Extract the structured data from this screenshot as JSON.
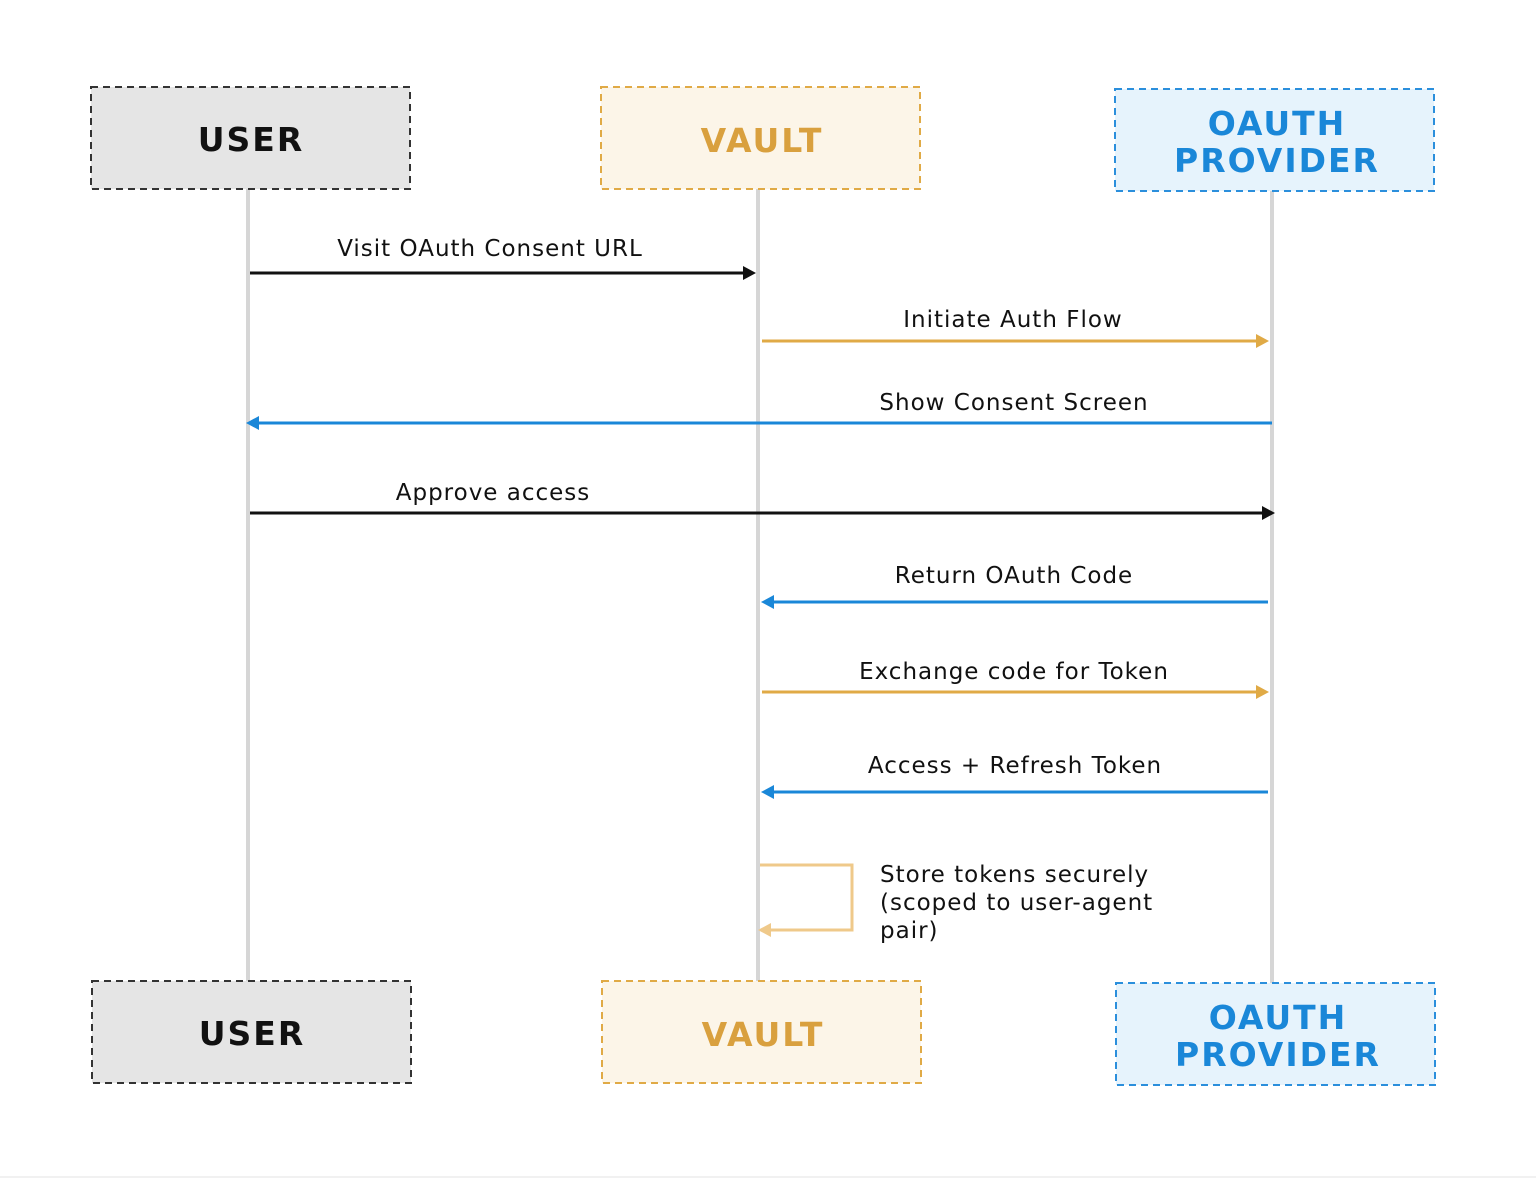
{
  "participants": {
    "user": {
      "lines": [
        "USER"
      ],
      "fill": "#e5e5e5",
      "border": "#333333",
      "text_color": "#111111"
    },
    "vault": {
      "lines": [
        "VAULT"
      ],
      "fill": "#fcf5e8",
      "border": "#e0aa46",
      "text_color": "#d9a03e"
    },
    "oauth": {
      "lines": [
        "OAUTH",
        "PROVIDER"
      ],
      "fill": "#e6f3fc",
      "border": "#2b8fdc",
      "text_color": "#1a87d8"
    }
  },
  "lifeline_color": "#d6d6d6",
  "messages": [
    {
      "label": "Visit OAuth Consent URL",
      "from": "user",
      "to": "vault",
      "color": "#111111"
    },
    {
      "label": "Initiate Auth Flow",
      "from": "vault",
      "to": "oauth",
      "color": "#e0aa46"
    },
    {
      "label": "Show Consent Screen",
      "from": "oauth",
      "to": "user",
      "color": "#1a87d8"
    },
    {
      "label": "Approve access",
      "from": "user",
      "to": "oauth",
      "color": "#111111"
    },
    {
      "label": "Return OAuth Code",
      "from": "oauth",
      "to": "vault",
      "color": "#1a87d8"
    },
    {
      "label": "Exchange code for Token",
      "from": "vault",
      "to": "oauth",
      "color": "#e0aa46"
    },
    {
      "label": "Access + Refresh Token",
      "from": "oauth",
      "to": "vault",
      "color": "#1a87d8"
    }
  ],
  "self_message": {
    "participant": "vault",
    "lines": [
      "Store tokens securely",
      "(scoped to user-agent",
      "pair)"
    ],
    "color": "#efc98a"
  }
}
